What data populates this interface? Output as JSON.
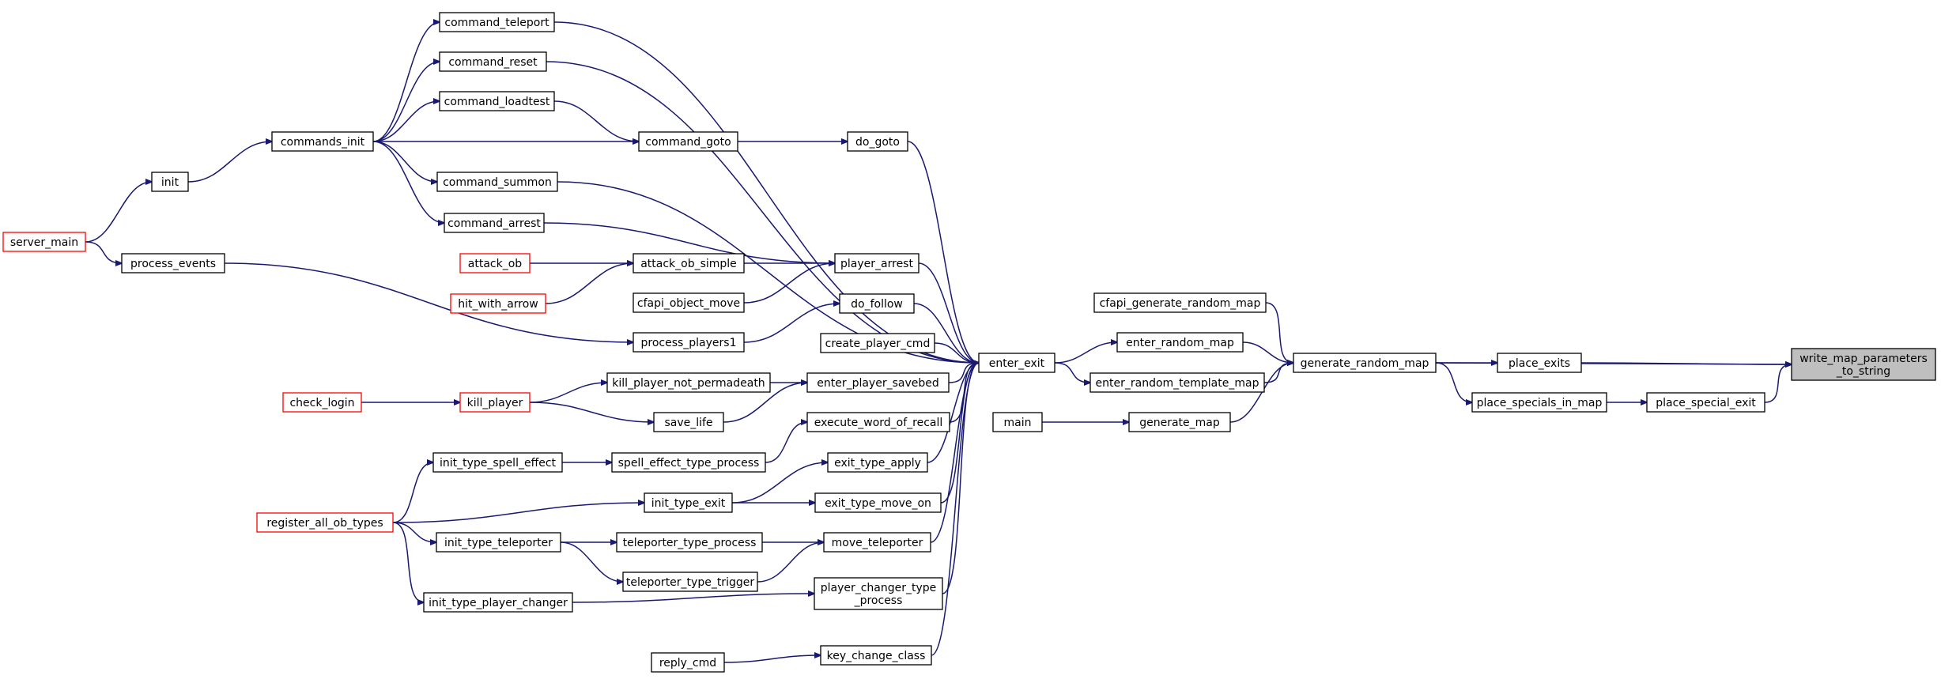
{
  "colors": {
    "edge": "#191970",
    "border": "#000000",
    "border_truncated": "#ff0000",
    "highlight_fill": "#bfbfbf"
  },
  "nodes": {
    "command_teleport": {
      "lines": [
        "command_teleport"
      ]
    },
    "command_reset": {
      "lines": [
        "command_reset"
      ]
    },
    "command_loadtest": {
      "lines": [
        "command_loadtest"
      ]
    },
    "commands_init": {
      "lines": [
        "commands_init"
      ]
    },
    "init": {
      "lines": [
        "init"
      ]
    },
    "command_goto": {
      "lines": [
        "command_goto"
      ]
    },
    "do_goto": {
      "lines": [
        "do_goto"
      ]
    },
    "command_summon": {
      "lines": [
        "command_summon"
      ]
    },
    "command_arrest": {
      "lines": [
        "command_arrest"
      ]
    },
    "server_main": {
      "lines": [
        "server_main"
      ]
    },
    "process_events": {
      "lines": [
        "process_events"
      ]
    },
    "attack_ob": {
      "lines": [
        "attack_ob"
      ]
    },
    "attack_ob_simple": {
      "lines": [
        "attack_ob_simple"
      ]
    },
    "player_arrest": {
      "lines": [
        "player_arrest"
      ]
    },
    "hit_with_arrow": {
      "lines": [
        "hit_with_arrow"
      ]
    },
    "cfapi_object_move": {
      "lines": [
        "cfapi_object_move"
      ]
    },
    "do_follow": {
      "lines": [
        "do_follow"
      ]
    },
    "process_players1": {
      "lines": [
        "process_players1"
      ]
    },
    "create_player_cmd": {
      "lines": [
        "create_player_cmd"
      ]
    },
    "enter_exit": {
      "lines": [
        "enter_exit"
      ]
    },
    "cfapi_generate_random_map": {
      "lines": [
        "cfapi_generate_random_map"
      ]
    },
    "enter_random_map": {
      "lines": [
        "enter_random_map"
      ]
    },
    "generate_random_map": {
      "lines": [
        "generate_random_map"
      ]
    },
    "place_exits": {
      "lines": [
        "place_exits"
      ]
    },
    "write_map_parameters_to_string": {
      "lines": [
        "write_map_parameters",
        "_to_string"
      ]
    },
    "kill_player_not_permadeath": {
      "lines": [
        "kill_player_not_permadeath"
      ]
    },
    "enter_player_savebed": {
      "lines": [
        "enter_player_savebed"
      ]
    },
    "enter_random_template_map": {
      "lines": [
        "enter_random_template_map"
      ]
    },
    "place_specials_in_map": {
      "lines": [
        "place_specials_in_map"
      ]
    },
    "place_special_exit": {
      "lines": [
        "place_special_exit"
      ]
    },
    "check_login": {
      "lines": [
        "check_login"
      ]
    },
    "kill_player": {
      "lines": [
        "kill_player"
      ]
    },
    "save_life": {
      "lines": [
        "save_life"
      ]
    },
    "main": {
      "lines": [
        "main"
      ]
    },
    "generate_map": {
      "lines": [
        "generate_map"
      ]
    },
    "execute_word_of_recall": {
      "lines": [
        "execute_word_of_recall"
      ]
    },
    "init_type_spell_effect": {
      "lines": [
        "init_type_spell_effect"
      ]
    },
    "spell_effect_type_process": {
      "lines": [
        "spell_effect_type_process"
      ]
    },
    "exit_type_apply": {
      "lines": [
        "exit_type_apply"
      ]
    },
    "init_type_exit": {
      "lines": [
        "init_type_exit"
      ]
    },
    "exit_type_move_on": {
      "lines": [
        "exit_type_move_on"
      ]
    },
    "register_all_ob_types": {
      "lines": [
        "register_all_ob_types"
      ]
    },
    "init_type_teleporter": {
      "lines": [
        "init_type_teleporter"
      ]
    },
    "teleporter_type_process": {
      "lines": [
        "teleporter_type_process"
      ]
    },
    "move_teleporter": {
      "lines": [
        "move_teleporter"
      ]
    },
    "teleporter_type_trigger": {
      "lines": [
        "teleporter_type_trigger"
      ]
    },
    "init_type_player_changer": {
      "lines": [
        "init_type_player_changer"
      ]
    },
    "player_changer_type_process": {
      "lines": [
        "player_changer_type",
        "_process"
      ]
    },
    "reply_cmd": {
      "lines": [
        "reply_cmd"
      ]
    },
    "key_change_class": {
      "lines": [
        "key_change_class"
      ]
    }
  },
  "edges": [
    [
      "commands_init",
      "command_teleport"
    ],
    [
      "commands_init",
      "command_reset"
    ],
    [
      "commands_init",
      "command_loadtest"
    ],
    [
      "commands_init",
      "command_goto"
    ],
    [
      "commands_init",
      "command_summon"
    ],
    [
      "commands_init",
      "command_arrest"
    ],
    [
      "init",
      "commands_init"
    ],
    [
      "server_main",
      "init"
    ],
    [
      "server_main",
      "process_events"
    ],
    [
      "command_loadtest",
      "command_goto"
    ],
    [
      "command_goto",
      "do_goto"
    ],
    [
      "command_arrest",
      "player_arrest"
    ],
    [
      "attack_ob",
      "attack_ob_simple"
    ],
    [
      "hit_with_arrow",
      "attack_ob_simple"
    ],
    [
      "attack_ob_simple",
      "player_arrest"
    ],
    [
      "cfapi_object_move",
      "player_arrest"
    ],
    [
      "process_events",
      "process_players1"
    ],
    [
      "process_players1",
      "do_follow"
    ],
    [
      "command_teleport",
      "enter_exit"
    ],
    [
      "command_reset",
      "enter_exit"
    ],
    [
      "do_goto",
      "enter_exit"
    ],
    [
      "command_summon",
      "enter_exit"
    ],
    [
      "player_arrest",
      "enter_exit"
    ],
    [
      "do_follow",
      "enter_exit"
    ],
    [
      "create_player_cmd",
      "enter_exit"
    ],
    [
      "enter_player_savebed",
      "enter_exit"
    ],
    [
      "execute_word_of_recall",
      "enter_exit"
    ],
    [
      "exit_type_apply",
      "enter_exit"
    ],
    [
      "exit_type_move_on",
      "enter_exit"
    ],
    [
      "move_teleporter",
      "enter_exit"
    ],
    [
      "player_changer_type_process",
      "enter_exit"
    ],
    [
      "key_change_class",
      "enter_exit"
    ],
    [
      "enter_exit",
      "enter_random_map"
    ],
    [
      "enter_exit",
      "enter_random_template_map"
    ],
    [
      "enter_random_map",
      "generate_random_map"
    ],
    [
      "enter_random_template_map",
      "generate_random_map"
    ],
    [
      "cfapi_generate_random_map",
      "generate_random_map"
    ],
    [
      "main",
      "generate_map"
    ],
    [
      "generate_map",
      "generate_random_map"
    ],
    [
      "generate_random_map",
      "write_map_parameters_to_string"
    ],
    [
      "generate_random_map",
      "place_exits"
    ],
    [
      "generate_random_map",
      "place_specials_in_map"
    ],
    [
      "place_exits",
      "write_map_parameters_to_string"
    ],
    [
      "place_specials_in_map",
      "place_special_exit"
    ],
    [
      "place_special_exit",
      "write_map_parameters_to_string"
    ],
    [
      "check_login",
      "kill_player"
    ],
    [
      "kill_player",
      "kill_player_not_permadeath"
    ],
    [
      "kill_player",
      "save_life"
    ],
    [
      "kill_player_not_permadeath",
      "enter_player_savebed"
    ],
    [
      "save_life",
      "enter_player_savebed"
    ],
    [
      "register_all_ob_types",
      "init_type_spell_effect"
    ],
    [
      "register_all_ob_types",
      "init_type_exit"
    ],
    [
      "register_all_ob_types",
      "init_type_teleporter"
    ],
    [
      "register_all_ob_types",
      "init_type_player_changer"
    ],
    [
      "init_type_spell_effect",
      "spell_effect_type_process"
    ],
    [
      "spell_effect_type_process",
      "execute_word_of_recall"
    ],
    [
      "init_type_exit",
      "exit_type_apply"
    ],
    [
      "init_type_exit",
      "exit_type_move_on"
    ],
    [
      "init_type_teleporter",
      "teleporter_type_process"
    ],
    [
      "init_type_teleporter",
      "teleporter_type_trigger"
    ],
    [
      "teleporter_type_process",
      "move_teleporter"
    ],
    [
      "teleporter_type_trigger",
      "move_teleporter"
    ],
    [
      "init_type_player_changer",
      "player_changer_type_process"
    ],
    [
      "reply_cmd",
      "key_change_class"
    ]
  ]
}
